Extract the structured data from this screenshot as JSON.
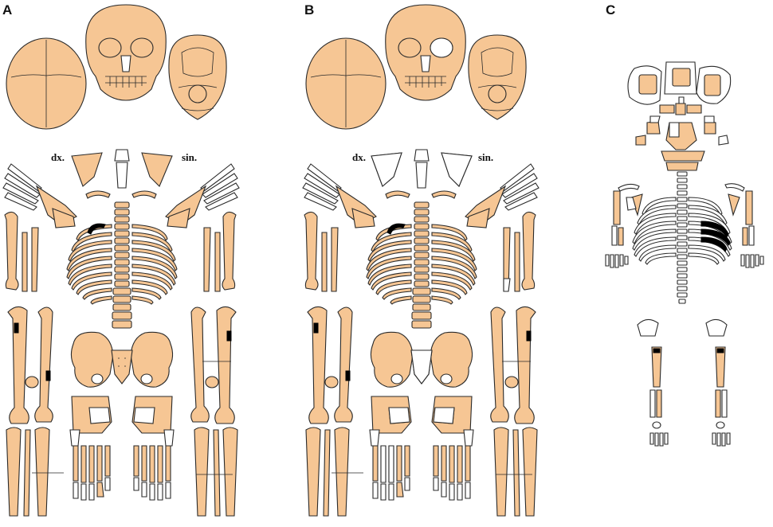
{
  "figure": {
    "panels": [
      {
        "id": "A",
        "label": "A",
        "side_right": "dx.",
        "side_left": "sin."
      },
      {
        "id": "B",
        "label": "B",
        "side_right": "dx.",
        "side_left": "sin."
      },
      {
        "id": "C",
        "label": "C"
      }
    ]
  },
  "colors": {
    "bone_present": "#f6c694",
    "bone_absent": "#ffffff",
    "outline": "#2a2a2a",
    "pathology_mark": "#000000"
  }
}
